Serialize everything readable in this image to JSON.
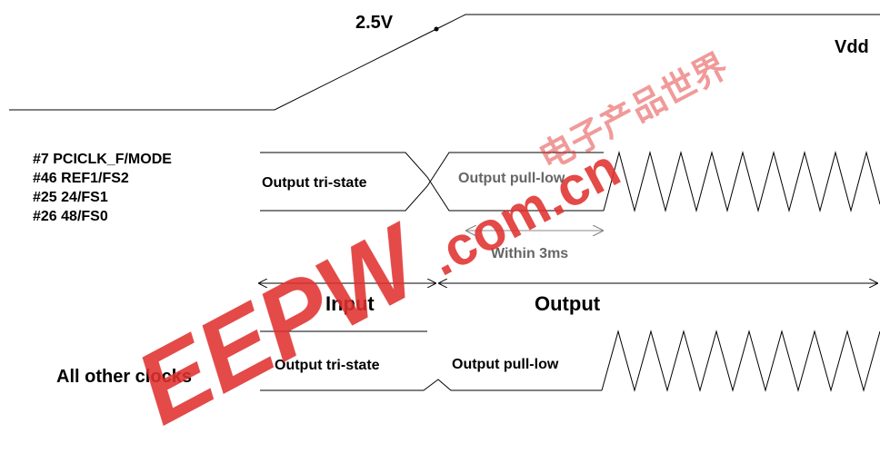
{
  "labels": {
    "v25": "2.5V",
    "vdd": "Vdd",
    "pin_list": [
      "#7 PCICLK_F/MODE",
      "#46 REF1/FS2",
      "#25 24/FS1",
      "#26 48/FS0"
    ],
    "tristate_top": "Output tri-state",
    "pulllow_top": "Output pull-low",
    "within": "Within 3ms",
    "input": "Input",
    "output": "Output",
    "all_other": "All other clocks",
    "tristate_bottom": "Output tri-state",
    "pulllow_bottom": "Output pull-low"
  },
  "watermark": {
    "brand": "EEPW",
    "domain": ".com.cn",
    "cjk": "电子产品世界",
    "color": "#e0312f"
  }
}
